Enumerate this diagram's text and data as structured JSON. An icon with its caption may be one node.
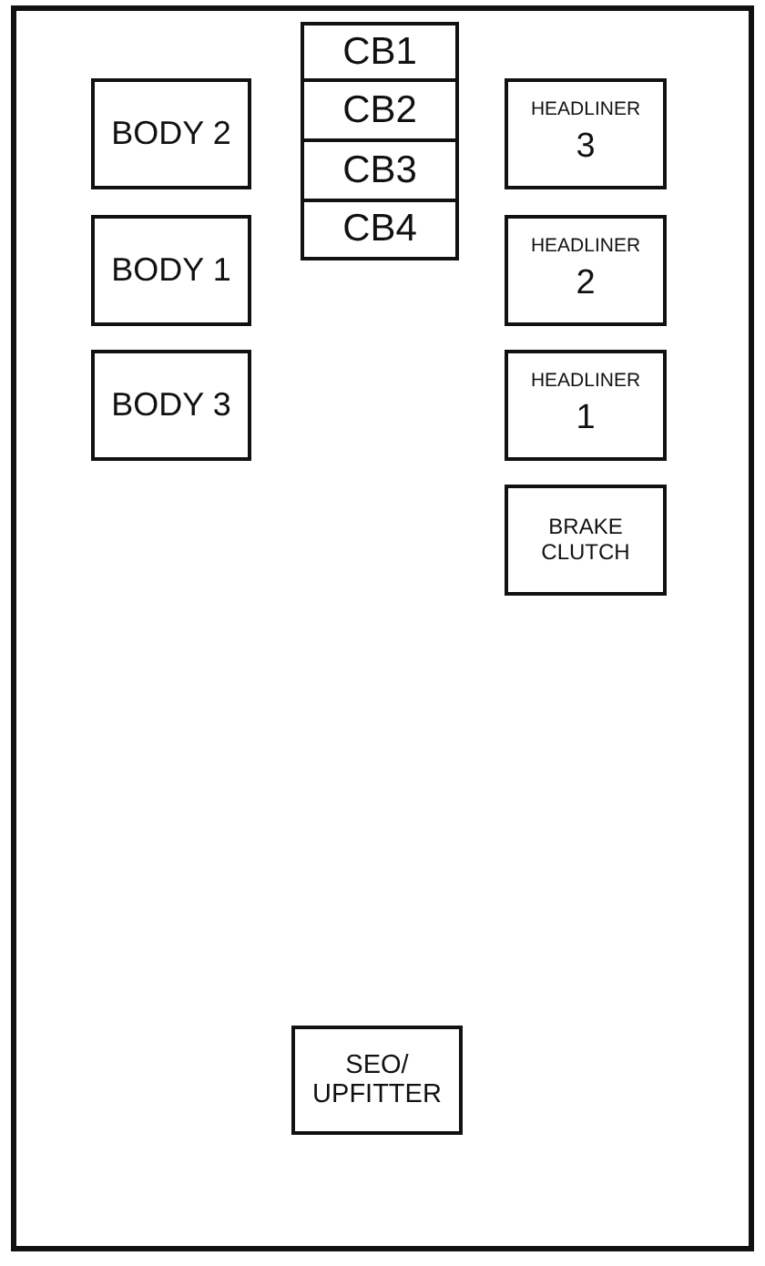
{
  "diagram": {
    "nodes": [
      {
        "text": [],
        "shape": "box"
      },
      {
        "text": [
          "CB1"
        ],
        "in": 0
      },
      {
        "text": [
          "CB2"
        ],
        "in": 0
      },
      {
        "text": [
          "CB3"
        ],
        "in": 0
      },
      {
        "text": [
          "CB4"
        ],
        "in": 0
      },
      {
        "text": [
          "BODY 2"
        ],
        "in": 0
      },
      {
        "text": [
          "BODY 1"
        ],
        "in": 0
      },
      {
        "text": [
          "BODY 3"
        ],
        "in": 0
      },
      {
        "text": [
          "HEADLINER",
          "3"
        ],
        "in": 0
      },
      {
        "text": [
          "HEADLINER",
          "2"
        ],
        "in": 0
      },
      {
        "text": [
          "HEADLINER",
          "1"
        ],
        "in": 0
      },
      {
        "text": [
          "BRAKE CLUTCH"
        ],
        "in": 0
      },
      {
        "text": [
          "SEO/ UPFITTER"
        ],
        "in": 0
      }
    ]
  }
}
